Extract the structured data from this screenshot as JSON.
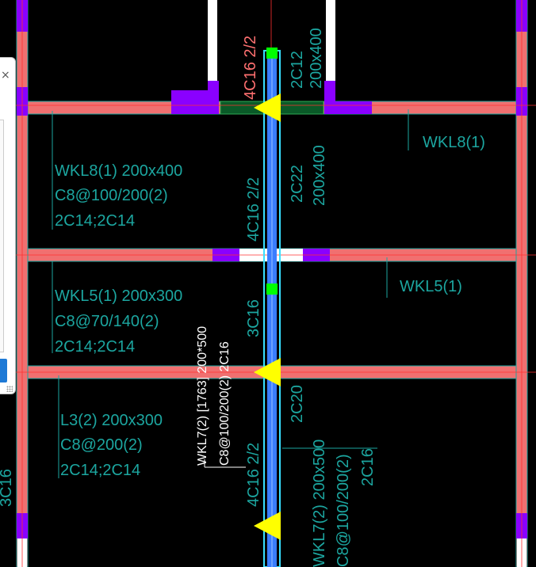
{
  "colors": {
    "background": "#000000",
    "beam_fill": "#f07070",
    "beam_edge": "#1ca6a0",
    "column": "#8a00ff",
    "wall": "#ffffff",
    "selected_beam": "#3a7dff",
    "selected_outline": "#38e0ff",
    "grip": "#00ff00",
    "arrow": "#ffff00",
    "label_teal": "#1ca6a0",
    "label_red": "#ff7070",
    "label_white": "#ffffff",
    "green_beam": "#0a5a28"
  },
  "side_panel": {
    "close_glyph": "×"
  },
  "labels": {
    "top_red": "4C16  2/2",
    "top_c12": "2C12",
    "top_200x400": "200x400",
    "wkl8_right": "WKL8(1)",
    "wkl8_left_1": "WKL8(1) 200x400",
    "wkl8_left_2": "C8@100/200(2)",
    "wkl8_left_3": "2C14;2C14",
    "mid_4c16": "4C16  2/2",
    "mid_2c22": "2C22",
    "mid_200x400": "200x400",
    "wkl5_right": "WKL5(1)",
    "wkl5_left_1": "WKL5(1) 200x300",
    "wkl5_left_2": "C8@70/140(2)",
    "wkl5_left_3": "2C14;2C14",
    "col_3c16": "3C16",
    "wkl7_white_1": "WKL7(2) [1763] 200*500",
    "wkl7_white_2": "C8@100/200(2) 2C16",
    "l3_1": "L3(2) 200x300",
    "l3_2": "C8@200(2)",
    "l3_3": "2C14;2C14",
    "low_2c20": "2C20",
    "low_4c16": "4C16  2/2",
    "wkl7_tag_1": "WKL7(2) 200x500",
    "wkl7_tag_2": "C8@100/200(2)",
    "wkl7_tag_3": "2C16",
    "left_edge": "3C16"
  }
}
